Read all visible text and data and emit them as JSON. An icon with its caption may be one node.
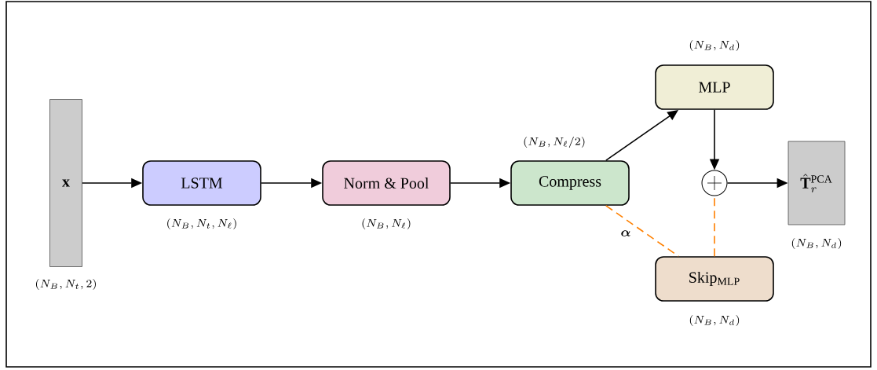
{
  "diagram": {
    "nodes": [
      {
        "text": [
          "\\mathbf{x}"
        ],
        "beside": [
          "(N_B, N_t, 2)"
        ]
      },
      {
        "text": [
          "LSTM"
        ],
        "beside": [
          "(N_B, N_t, N_\\ell)"
        ]
      },
      {
        "text": [
          "Norm & Pool"
        ],
        "beside": [
          "(N_B, N_\\ell)"
        ]
      },
      {
        "text": [
          "Compress"
        ],
        "beside": [
          "(N_B, N_\\ell/2)"
        ]
      },
      {
        "text": [
          "MLP"
        ],
        "beside": [
          "(N_B, N_d)"
        ]
      },
      {
        "text": [],
        "shape": "circle"
      },
      {
        "text": [
          "\\hat{\\mathbf{T}}_r^{\\mathrm{PCA}}"
        ],
        "beside": [
          "(N_B, N_d)"
        ]
      },
      {
        "text": [
          "Skip$_{MLP}$"
        ],
        "beside": [
          "(N_B, N_d)"
        ]
      }
    ],
    "edges": [
      {
        "from": 0,
        "to": 1,
        "arrow": "to"
      },
      {
        "from": 1,
        "to": 2,
        "arrow": "to"
      },
      {
        "from": 2,
        "to": 3,
        "arrow": "to"
      },
      {
        "from": 3,
        "to": 4,
        "arrow": "to"
      },
      {
        "from": 4,
        "to": 5,
        "arrow": "to"
      },
      {
        "from": 5,
        "to": 6,
        "arrow": "to"
      },
      {
        "from": 3,
        "to": 7,
        "arrow": "none",
        "label": "\\boldsymbol{\\alpha}",
        "style": "dashed",
        "color": "#ff8000"
      },
      {
        "from": 7,
        "to": 5,
        "arrow": "none",
        "style": "dashed",
        "color": "#ff8000"
      }
    ]
  }
}
